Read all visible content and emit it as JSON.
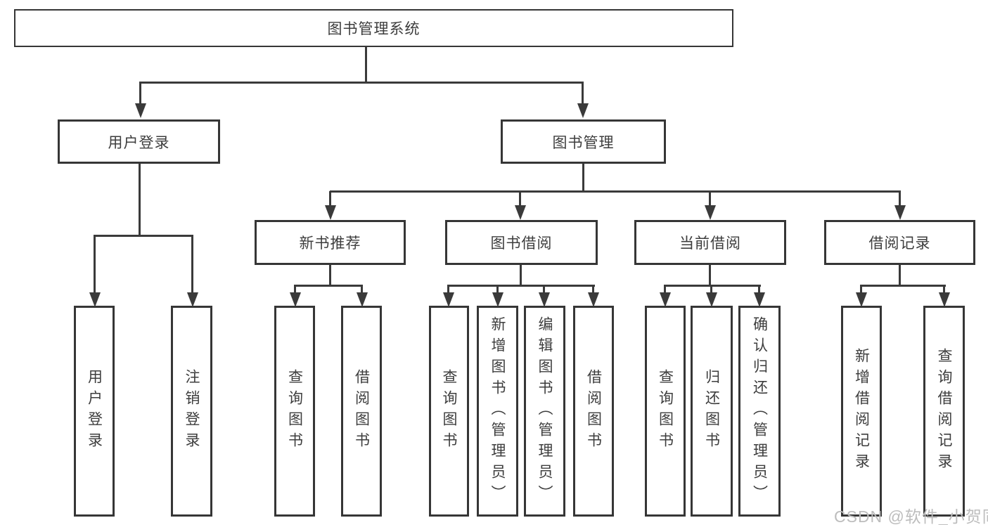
{
  "tree": {
    "label": "图书管理系统",
    "children": [
      {
        "label": "用户登录",
        "children": [
          {
            "label": "用户登录"
          },
          {
            "label": "注销登录"
          }
        ]
      },
      {
        "label": "图书管理",
        "children": [
          {
            "label": "新书推荐",
            "children": [
              {
                "label": "查询图书"
              },
              {
                "label": "借阅图书"
              }
            ]
          },
          {
            "label": "图书借阅",
            "children": [
              {
                "label": "查询图书"
              },
              {
                "label": "新增图书（管理员）"
              },
              {
                "label": "编辑图书（管理员）"
              },
              {
                "label": "借阅图书"
              }
            ]
          },
          {
            "label": "当前借阅",
            "children": [
              {
                "label": "查询图书"
              },
              {
                "label": "归还图书"
              },
              {
                "label": "确认归还（管理员）"
              }
            ]
          },
          {
            "label": "借阅记录",
            "children": [
              {
                "label": "新增借阅记录"
              },
              {
                "label": "查询借阅记录"
              }
            ]
          }
        ]
      }
    ]
  },
  "watermark": "CSDN @软件_小贺同学",
  "colors": {
    "line": "#3a3a3a",
    "border": "#363636",
    "text": "#3d3d3d",
    "background": "#ffffff",
    "watermark": "#bdbdbd"
  }
}
